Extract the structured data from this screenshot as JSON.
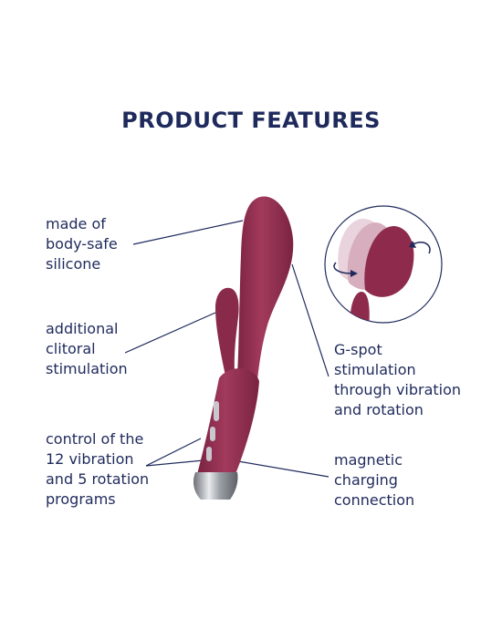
{
  "title": "PRODUCT FEATURES",
  "features": {
    "material": [
      "made of",
      "body-safe",
      "silicone"
    ],
    "clitoral": [
      "additional",
      "clitoral",
      "stimulation"
    ],
    "control": [
      "control of the",
      "12 vibration",
      "and 5 rotation",
      "programs"
    ],
    "gspot": [
      "G-spot",
      "stimulation",
      "through vibration",
      "and rotation"
    ],
    "charging": [
      "magnetic",
      "charging",
      "connection"
    ]
  },
  "colors": {
    "product": "#8e2b4c",
    "product_dark": "#6e1f3a",
    "text": "#1f2a5c",
    "chrome": "#b9bcc2"
  }
}
